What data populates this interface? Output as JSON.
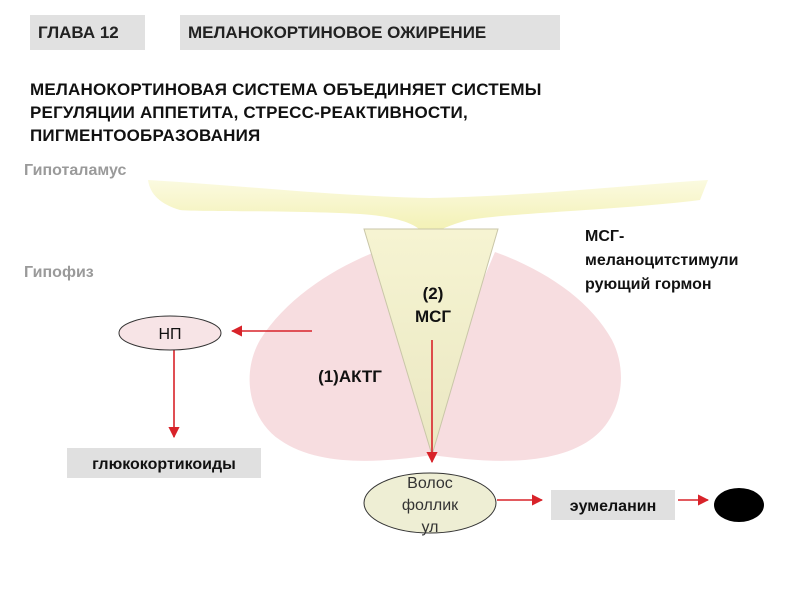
{
  "header": {
    "chapter": "ГЛАВА 12",
    "topic": "МЕЛАНОКОРТИНОВОЕ ОЖИРЕНИЕ"
  },
  "headline": "МЕЛАНОКОРТИНОВАЯ СИСТЕМА ОБЪЕДИНЯЕТ СИСТЕМЫ\nРЕГУЛЯЦИИ АППЕТИТА, СТРЕСС-РЕАКТИВНОСТИ,\nПИГМЕНТООБРАЗОВАНИЯ",
  "labels": {
    "hypothalamus": "Гипоталамус",
    "pituitary": "Гипофиз",
    "msh_definition": "МСГ-\nмеланоцитстимули\nрующий гормон"
  },
  "nodes": {
    "msh_line1": "(2)",
    "msh_line2": "МСГ",
    "acth": "(1)АКТГ",
    "np": "НП",
    "glucocorticoids": "глюкокортикоиды",
    "follicle_line1": "Волос",
    "follicle_line2": "фоллик",
    "follicle_line3": "ул",
    "eumelanin": "эумеланин"
  },
  "colors": {
    "hypothalamus_fill": "#f9f7c4",
    "stalk_fill": "#f3f1c6",
    "lobe_fill": "#f7dde0",
    "arrow": "#d8232a",
    "box_fill": "#e0e0e0",
    "ellipse_fill": "#eeeed4"
  }
}
